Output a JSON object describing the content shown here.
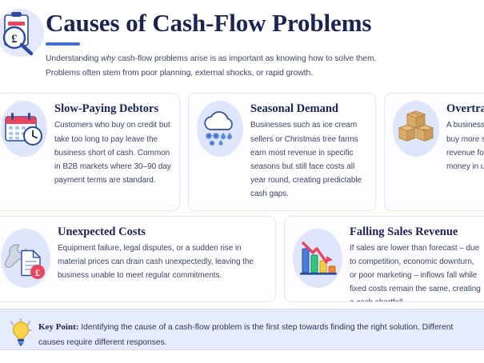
{
  "header": {
    "icon": "clipboard-magnifier-pound-icon",
    "title": "Causes of Cash-Flow Problems",
    "subtitle_part1": "Understanding ",
    "subtitle_italic": "why",
    "subtitle_part2": " cash-flow problems arise is as important as knowing how to solve them.",
    "subtitle_line2": "Problems often stem from poor planning, external shocks, or rapid growth.",
    "accent_color": "#3f6fd8",
    "title_color": "#1b2452"
  },
  "cards": [
    {
      "id": "slow-paying-debtors",
      "icon": "calendar-clock-icon",
      "title": "Slow-Paying Debtors",
      "text": "Customers who buy on credit but take too long to pay leave the business short of cash. Common in B2B markets where 30–90 day payment terms are standard."
    },
    {
      "id": "seasonal-demand",
      "icon": "cloud-snow-rain-icon",
      "title": "Seasonal Demand",
      "text": "Businesses such as ice cream sellers or Christmas tree farms earn most revenue in specific seasons but still face costs all year round, creating predictable cash gaps."
    },
    {
      "id": "overtrading",
      "icon": "cardboard-boxes-icon",
      "title": "Overtrading",
      "text": "A business growing too fast may buy more stock than it has revenue for, tying up customer money in unsold inventory."
    },
    {
      "id": "unexpected-costs",
      "icon": "wrench-document-pound-icon",
      "title": "Unexpected Costs",
      "text": "Equipment failure, legal disputes, or a sudden rise in material prices can drain cash unexpectedly, leaving the business unable to meet regular commitments."
    },
    {
      "id": "falling-sales-revenue",
      "icon": "declining-bar-chart-icon",
      "title": "Falling Sales Revenue",
      "text": "If sales are lower than forecast – due to competition, economic downturn, or poor marketing – inflows fall while fixed costs remain the same, creating a cash shortfall."
    }
  ],
  "keypoint": {
    "icon": "lightbulb-icon",
    "label": "Key Point:",
    "text": " Identifying the cause of a cash-flow problem is the first step towards finding the right solution. Different causes require different responses.",
    "background_color": "#e6ecfb"
  }
}
